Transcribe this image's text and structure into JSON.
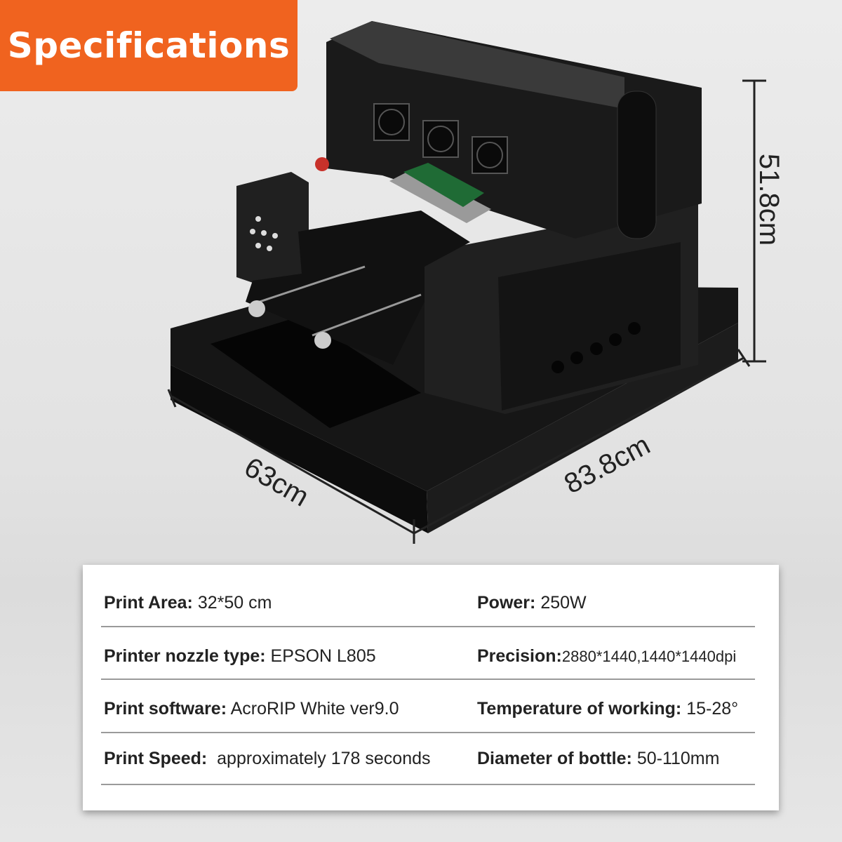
{
  "banner": {
    "title": "Specifications",
    "color": "#f0631f"
  },
  "dimensions": {
    "height": "51.8cm",
    "depth": "63cm",
    "width": "83.8cm"
  },
  "specs": [
    {
      "label": "Print Area:",
      "value": "32*50 cm"
    },
    {
      "label": "Power:",
      "value": "250W"
    },
    {
      "label": "Printer nozzle type:",
      "value": "EPSON L805"
    },
    {
      "label": "Precision:",
      "value": "2880*1440,1440*1440dpi"
    },
    {
      "label": "Print software:",
      "value": "AcroRIP White ver9.0"
    },
    {
      "label": "Temperature of working:",
      "value": "15-28°"
    },
    {
      "label": "Print Speed:",
      "value": "approximately 178 seconds"
    },
    {
      "label": "Diameter of bottle:",
      "value": "50-110mm"
    }
  ]
}
